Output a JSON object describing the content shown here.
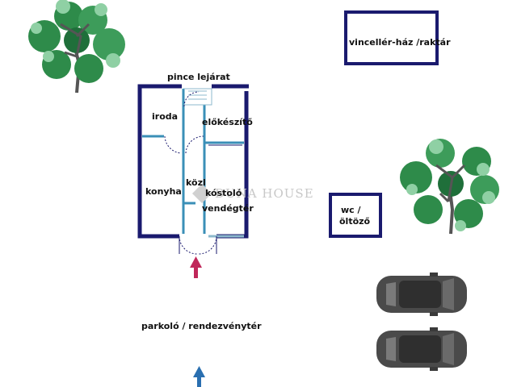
{
  "labels": {
    "pince": "pince lejárat",
    "iroda": "iroda",
    "elokeszito": "előkészítő",
    "kozl": "közl",
    "kostolo": "kóstoló",
    "vendegter": "vendégtér",
    "konyha": "konyha",
    "vinceller": "vincellér-ház /raktár",
    "wc": "wc /",
    "oltozo": "öltöző",
    "parkolo": "parkoló / rendezvénytér"
  },
  "watermark": "DUNA HOUSE",
  "colors": {
    "wall": "#1a1a6e",
    "partition": "#3a8fb7",
    "tree_dark": "#2e8b4a",
    "tree_light": "#8fd0a4",
    "trunk": "#555555",
    "car": "#4a4a4a",
    "arrow_red": "#c0275a",
    "arrow_blue": "#2a6fb0"
  }
}
